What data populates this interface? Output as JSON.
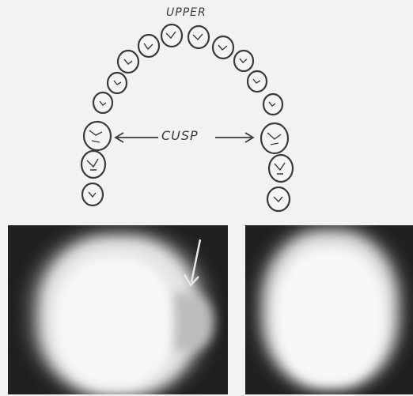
{
  "diagram": {
    "arch_label": "UPPER",
    "cusp_label": "CUSP"
  },
  "images": {
    "left_radiograph": "tooth-with-cusp-arrow",
    "right_radiograph": "tooth-without-cusp"
  },
  "colors": {
    "background": "#f2f2f0",
    "ink": "#3a3a3a",
    "film_dark": "#202020",
    "film_bright": "#f4f4f4"
  }
}
